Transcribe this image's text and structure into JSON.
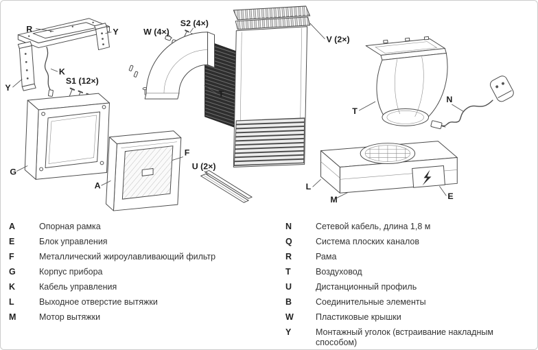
{
  "diagram": {
    "labels": {
      "R": "R",
      "Y_right": "Y",
      "Y_left": "Y",
      "K": "K",
      "S1": "S1 (12×)",
      "W": "W (4×)",
      "S2": "S2 (4×)",
      "T_elbow": "T",
      "V": "V (2×)",
      "T_duct": "T",
      "N": "N",
      "G": "G",
      "A": "A",
      "F": "F",
      "U": "U (2×)",
      "L": "L",
      "M": "M",
      "E": "E"
    }
  },
  "legend": {
    "left": [
      {
        "key": "A",
        "text": "Опорная рамка"
      },
      {
        "key": "E",
        "text": "Блок управления"
      },
      {
        "key": "F",
        "text": "Металлический жироулавливающий фильтр"
      },
      {
        "key": "G",
        "text": "Корпус прибора"
      },
      {
        "key": "K",
        "text": "Кабель управления"
      },
      {
        "key": "L",
        "text": "Выходное отверстие вытяжки"
      },
      {
        "key": "M",
        "text": "Мотор вытяжки"
      }
    ],
    "right": [
      {
        "key": "N",
        "text": "Сетевой кабель, длина 1,8 м"
      },
      {
        "key": "Q",
        "text": "Система плоских каналов"
      },
      {
        "key": "R",
        "text": "Рама"
      },
      {
        "key": "T",
        "text": "Воздуховод"
      },
      {
        "key": "U",
        "text": "Дистанционный профиль"
      },
      {
        "key": "B",
        "text": "Соединительные элементы"
      },
      {
        "key": "W",
        "text": "Пластиковые крышки"
      },
      {
        "key": "Y",
        "text": "Монтажный уголок (встраивание накладным способом)"
      }
    ]
  }
}
